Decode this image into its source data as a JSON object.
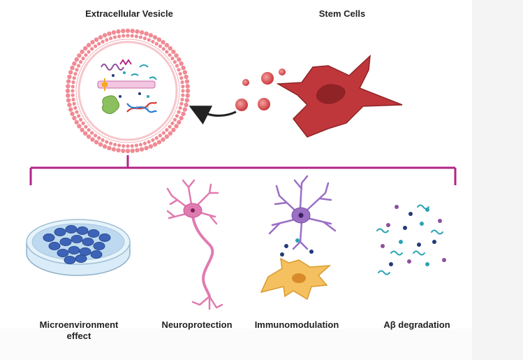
{
  "labels": {
    "vesicle": "Extracellular Vesicle",
    "stem_cells": "Stem Cells",
    "effects": [
      "Microenvironment effect",
      "Neuroprotection",
      "Immunomodulation",
      "Aβ degradation"
    ]
  },
  "colors": {
    "membrane": "#f08a94",
    "stem_cell": "#c0373b",
    "bracket": "#b2258a",
    "petri_cell": "#3d63b8",
    "neuron": "#e07bb0",
    "microglia": "#9a6fc4",
    "astrocyte": "#f5c060",
    "abeta_teal": "#2aa3b3",
    "abeta_purple": "#8e4f9e",
    "abeta_navy": "#253a7a"
  }
}
